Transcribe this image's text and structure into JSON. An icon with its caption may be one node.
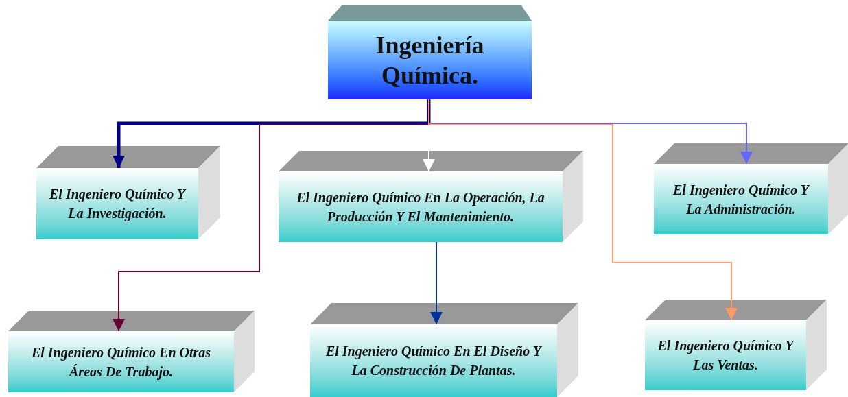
{
  "diagram": {
    "nodes": [
      {
        "text": [
          "Ingeniería Química."
        ]
      },
      {
        "text": [
          "El Ingeniero Químico Y La Investigación."
        ]
      },
      {
        "text": [
          "El Ingeniero Químico En La Operación, La Producción Y El Mantenimiento."
        ]
      },
      {
        "text": [
          "El Ingeniero Químico Y La Administración."
        ]
      },
      {
        "text": [
          "El Ingeniero Químico En Otras Áreas De Trabajo."
        ]
      },
      {
        "text": [
          "El Ingeniero Químico En El Diseño Y La Construcción De Plantas."
        ]
      },
      {
        "text": [
          "El Ingeniero Químico Y Las Ventas."
        ]
      }
    ],
    "edges": [
      {
        "from": 0,
        "to": 2,
        "arrow": "to",
        "color": "#ffffff"
      },
      {
        "from": 0,
        "to": 1,
        "arrow": "to",
        "style": "thick",
        "color": "#000080"
      },
      {
        "from": 0,
        "to": 4,
        "arrow": "to",
        "color": "#660033"
      },
      {
        "from": 0,
        "to": 3,
        "arrow": "to",
        "color": "#6666ff"
      },
      {
        "from": 0,
        "to": 6,
        "arrow": "to",
        "color": "#ff9966"
      },
      {
        "from": 2,
        "to": 5,
        "arrow": "to",
        "color": "#003399"
      }
    ]
  }
}
